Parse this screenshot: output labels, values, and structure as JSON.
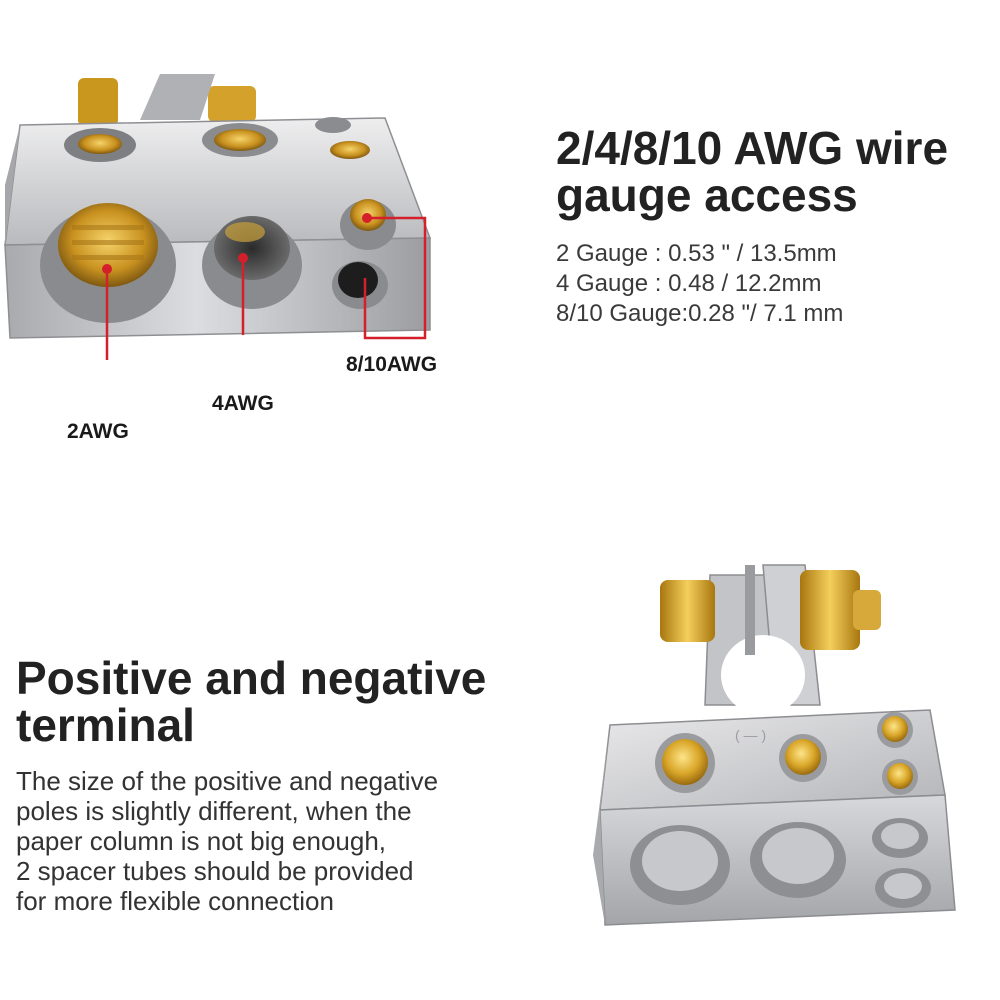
{
  "top_section": {
    "heading_line1": "2/4/8/10 AWG wire",
    "heading_line2": "gauge access",
    "specs": [
      "2 Gauge : 0.53 \" / 13.5mm",
      "4 Gauge : 0.48 / 12.2mm",
      "8/10 Gauge:0.28 \"/ 7.1 mm"
    ],
    "callouts": {
      "awg2": "2AWG",
      "awg4": "4AWG",
      "awg810": "8/10AWG"
    }
  },
  "bottom_section": {
    "heading_line1": "Positive and negative",
    "heading_line2": "terminal",
    "paragraph_lines": [
      "The size of the positive and negative",
      "poles is slightly different, when the",
      "paper column is not big enough,",
      "2 spacer tubes should be provided",
      "for more flexible connection"
    ]
  },
  "colors": {
    "silver": "#c9cacc",
    "gold": "#d9a82a",
    "callout_red": "#d3202a",
    "text": "#2b2b2b"
  }
}
